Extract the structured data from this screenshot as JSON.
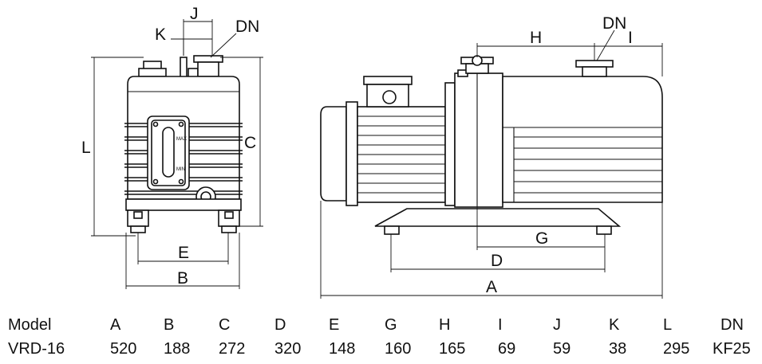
{
  "diagram": {
    "labels": {
      "j": "J",
      "k": "K",
      "dn_front": "DN",
      "l": "L",
      "c": "C",
      "e": "E",
      "b": "B",
      "h": "H",
      "dn_side": "DN",
      "i": "I",
      "g": "G",
      "d": "D",
      "a": "A",
      "max": "MAX",
      "min": "MIN"
    }
  },
  "spec_table": {
    "headers": [
      "Model",
      "A",
      "B",
      "C",
      "D",
      "E",
      "G",
      "H",
      "I",
      "J",
      "K",
      "L",
      "DN"
    ],
    "rows": [
      [
        "VRD-16",
        "520",
        "188",
        "272",
        "320",
        "148",
        "160",
        "165",
        "69",
        "59",
        "38",
        "295",
        "KF25"
      ]
    ]
  }
}
